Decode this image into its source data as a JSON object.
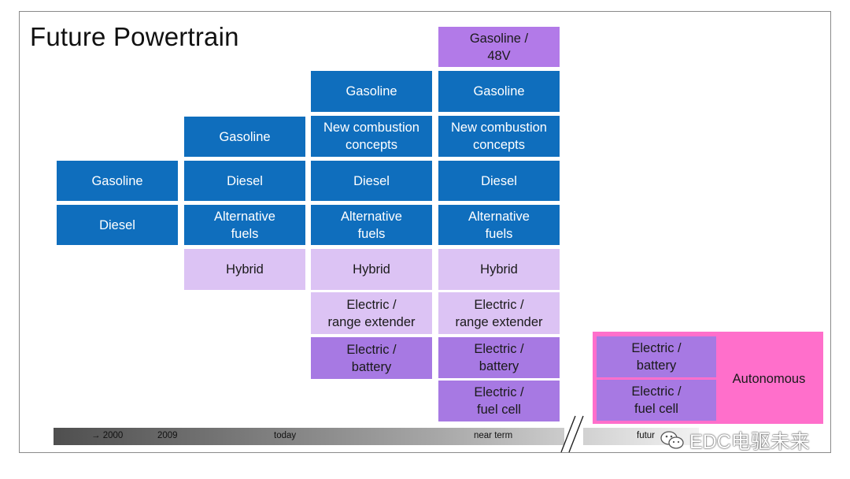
{
  "title": "Future Powertrain",
  "columns": {
    "c2000": {
      "gasoline": "Gasoline",
      "diesel": "Diesel"
    },
    "c2009": {
      "gasoline": "Gasoline",
      "diesel": "Diesel",
      "alt_fuels": "Alternative\nfuels",
      "hybrid": "Hybrid"
    },
    "today": {
      "gasoline": "Gasoline",
      "new_comb": "New combustion\nconcepts",
      "diesel": "Diesel",
      "alt_fuels": "Alternative\nfuels",
      "hybrid": "Hybrid",
      "range_ext": "Electric /\nrange extender",
      "battery": "Electric /\nbattery"
    },
    "near": {
      "gas48": "Gasoline /\n48V",
      "gasoline": "Gasoline",
      "new_comb": "New combustion\nconcepts",
      "diesel": "Diesel",
      "alt_fuels": "Alternative\nfuels",
      "hybrid": "Hybrid",
      "range_ext": "Electric /\nrange extender",
      "battery": "Electric /\nbattery",
      "fuel_cell": "Electric /\nfuel cell"
    },
    "future": {
      "battery": "Electric /\nbattery",
      "fuel_cell": "Electric /\nfuel cell",
      "autonomous": "Autonomous"
    }
  },
  "timeline": {
    "t2000": "→ 2000",
    "t2009": "2009",
    "today": "today",
    "near": "near term",
    "future": "futur"
  },
  "watermark": {
    "text": "EDC电驱未来",
    "icon": "wechat-icon"
  },
  "colors": {
    "blue": "#0f6ebd",
    "lavender": "#dcc3f4",
    "purple": "#a779e3",
    "pink": "#ff6fcb"
  }
}
